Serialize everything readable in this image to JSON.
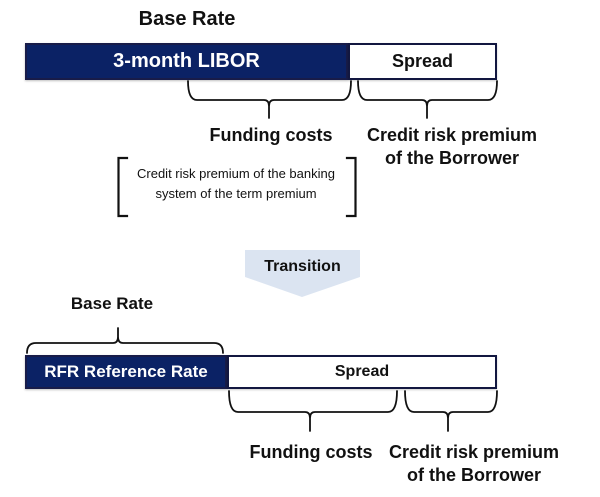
{
  "colors": {
    "bar_navy": "#0b2265",
    "bar_border": "#181c49",
    "spread_box_border": "#121740",
    "arrow_fill": "#dbe4f1",
    "text": "#111111",
    "background": "#ffffff"
  },
  "top_section": {
    "base_rate_label": "Base Rate",
    "bar": {
      "libor_label": "3-month LIBOR",
      "spread_label": "Spread"
    },
    "funding_costs_label": "Funding costs",
    "credit_risk_label": "Credit risk premium of the Borrower",
    "bracket_note": "Credit risk premium of the banking system of the term premium"
  },
  "transition": {
    "label": "Transition"
  },
  "bottom_section": {
    "base_rate_label": "Base Rate",
    "bar": {
      "rfr_label": "RFR Reference Rate",
      "spread_label": "Spread"
    },
    "funding_costs_label": "Funding costs",
    "credit_risk_label": "Credit risk premium of the Borrower"
  }
}
